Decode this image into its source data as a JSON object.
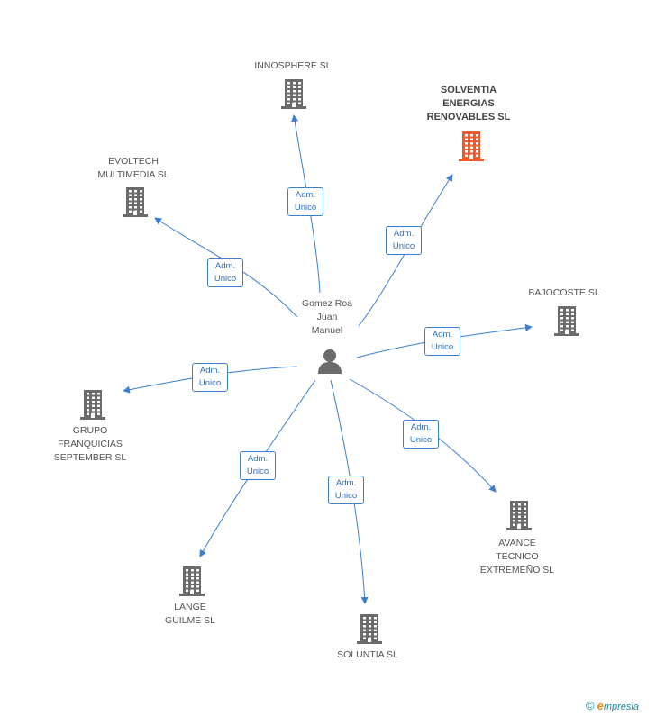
{
  "person": {
    "name": "Gomez Roa\nJuan\nManuel"
  },
  "role_label": "Adm.\nUnico",
  "colors": {
    "edge": "#3a7fd0",
    "building": "#6b6b6b",
    "highlight": "#f05a28"
  },
  "companies": [
    {
      "id": "innosphere",
      "name": "INNOSPHERE  SL",
      "highlight": false
    },
    {
      "id": "solventia",
      "name": "SOLVENTIA\nENERGIAS\nRENOVABLES SL",
      "highlight": true
    },
    {
      "id": "evoltech",
      "name": "EVOLTECH\nMULTIMEDIA SL",
      "highlight": false
    },
    {
      "id": "bajocoste",
      "name": "BAJOCOSTE SL",
      "highlight": false
    },
    {
      "id": "grupo",
      "name": "GRUPO\nFRANQUICIAS\nSEPTEMBER SL",
      "highlight": false
    },
    {
      "id": "avance",
      "name": "AVANCE\nTECNICO\nEXTREMEÑO SL",
      "highlight": false
    },
    {
      "id": "lange",
      "name": "LANGE\nGUILME SL",
      "highlight": false
    },
    {
      "id": "soluntia",
      "name": "SOLUNTIA SL",
      "highlight": false
    }
  ],
  "footer": {
    "copyright": "©",
    "brand_initial": "e",
    "brand_rest": "mpresia"
  }
}
